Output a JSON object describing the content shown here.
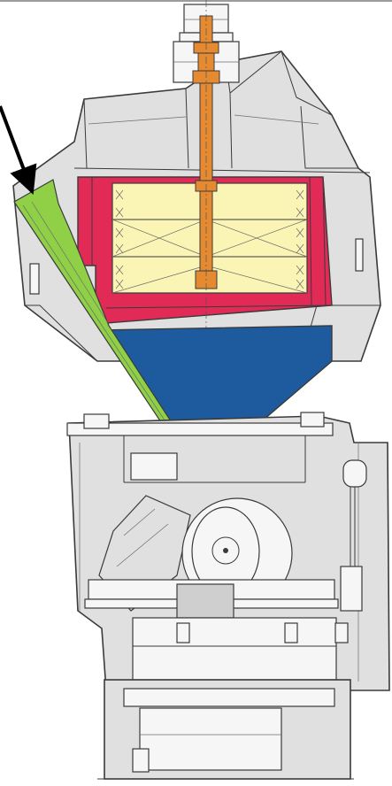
{
  "diagram": {
    "colors": {
      "housing": "#e0e0e0",
      "separator_cage": "#fbf5b5",
      "separator_housing": "#e22a57",
      "grit_cone": "#1d5b9e",
      "feed_chute": "#8fd046",
      "drive_shaft": "#e58a30",
      "outline": "#3a3a3a",
      "pointer_arrow": "#000000"
    },
    "parts": [
      {
        "name": "separator-cage",
        "fill": "separator_cage"
      },
      {
        "name": "separator-housing",
        "fill": "separator_housing"
      },
      {
        "name": "grit-return-cone",
        "fill": "grit_cone"
      },
      {
        "name": "feed-chute",
        "fill": "feed_chute"
      },
      {
        "name": "separator-drive-shaft",
        "fill": "drive_shaft"
      },
      {
        "name": "grinding-roller",
        "fill": "housing"
      },
      {
        "name": "mill-housing",
        "fill": "housing"
      }
    ],
    "pointer": {
      "target": "feed-chute",
      "icon": "arrow-icon"
    }
  }
}
